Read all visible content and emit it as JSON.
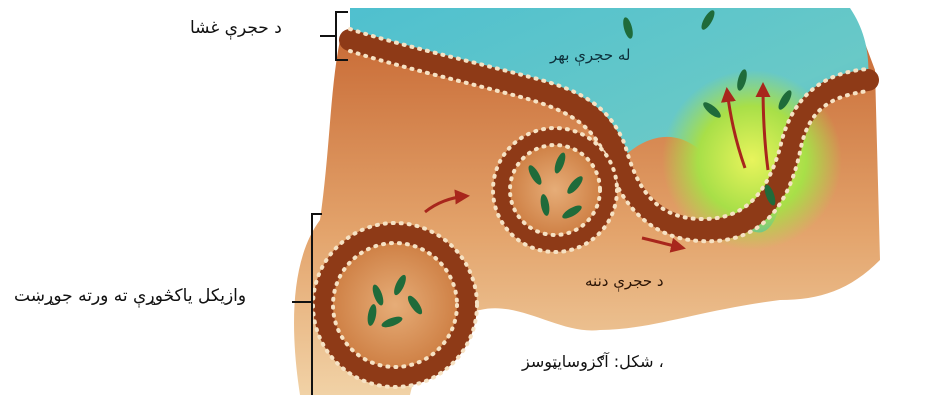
{
  "labels": {
    "cell_membrane": "د حجرې غشا",
    "outside_cell": "له حجرې بهر",
    "inside_cell": "د حجرې دننه",
    "vesicle": "وازيکل یاکڅوړې ته ورته جوړښت",
    "caption": "، شکل: آګزوسایټوسز"
  },
  "colors": {
    "membrane": "#b9562a",
    "membrane_dark": "#8e3a17",
    "phospholipid_head": "#f6e2c4",
    "cytoplasm": "#d88a4a",
    "extracellular": "#3fb3c4",
    "extracellular_highlight": "#a7e24a",
    "particle": "#1f6b3a",
    "arrow": "#a8261c"
  },
  "icons": [
    "arrow-icon",
    "particle-icon"
  ]
}
